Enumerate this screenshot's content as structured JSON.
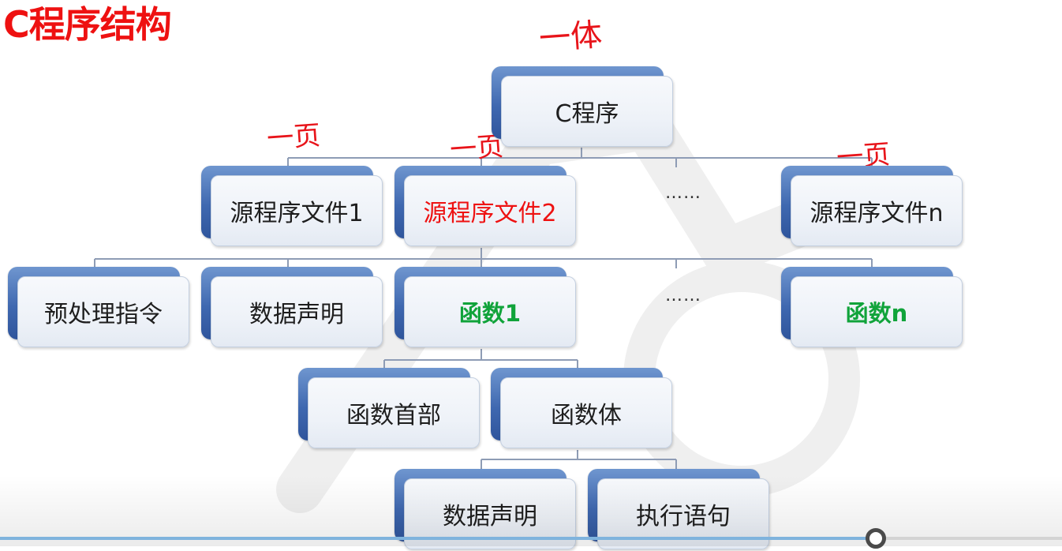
{
  "title": "C程序结构",
  "annotations": {
    "top": "一体",
    "file1": "一页",
    "file2": "一页",
    "filen": "一页"
  },
  "nodes": {
    "root": "C程序",
    "file1": "源程序文件1",
    "file2": "源程序文件2",
    "filen": "源程序文件n",
    "preprocess": "预处理指令",
    "data_decl": "数据声明",
    "func1": "函数1",
    "funcn": "函数n",
    "func_header": "函数首部",
    "func_body": "函数体",
    "body_data_decl": "数据声明",
    "exec_stmt": "执行语句"
  },
  "ellipsis": {
    "row1": "……",
    "row2": "……"
  },
  "colors": {
    "title": "#ee1111",
    "red_text": "#ee1111",
    "green_text": "#10a33a",
    "node_back": "#3f68b0",
    "connector": "#8e9cb5"
  },
  "video": {
    "progress": 0.825
  }
}
